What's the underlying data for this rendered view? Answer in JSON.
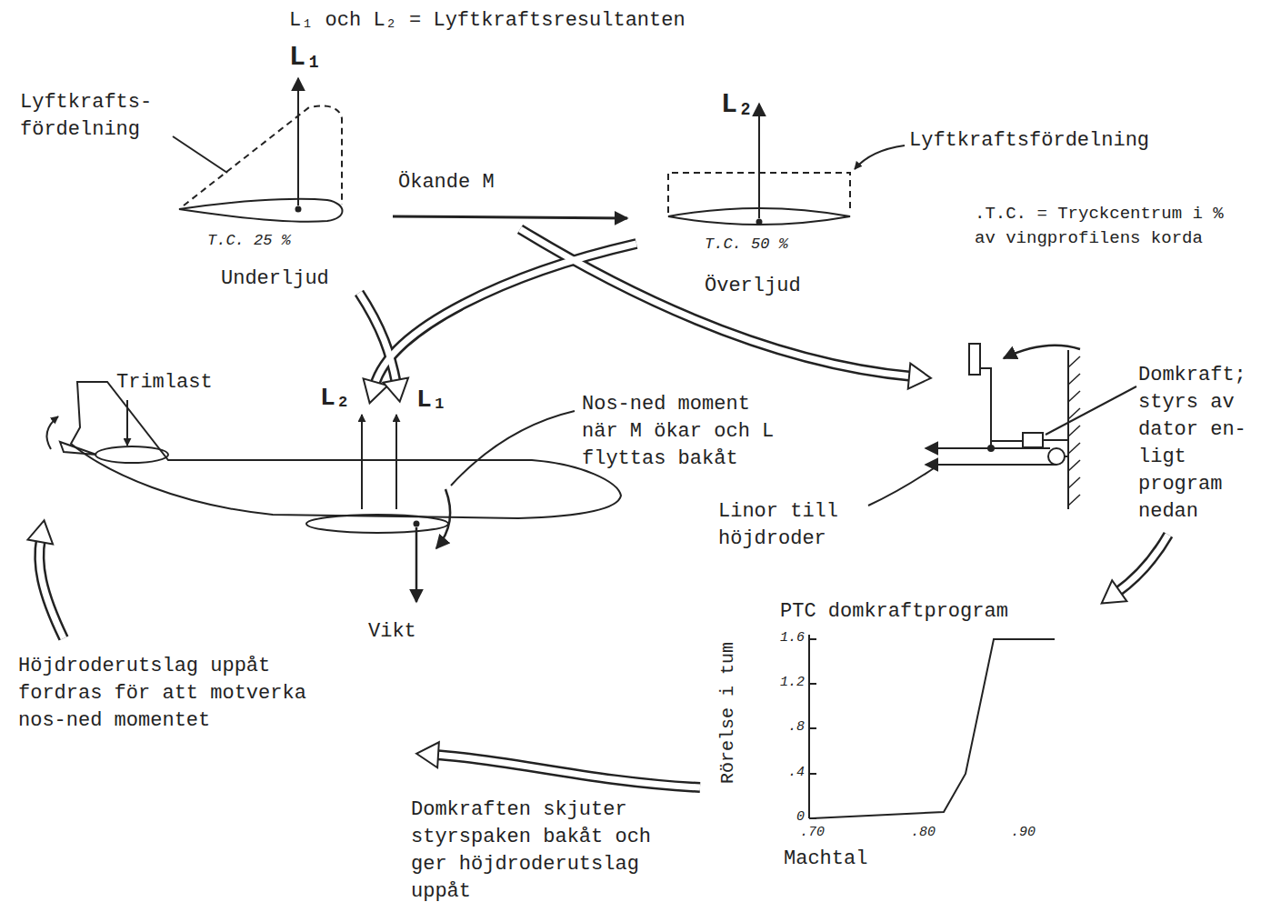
{
  "diagram": {
    "title": "L₁ och L₂ = Lyftkraftsresultanten",
    "labels": [
      "L₁",
      "Lyftkrafts- fördelning",
      "T.C. 25 %",
      "Underljud",
      "Ökande M",
      "L₂",
      "Lyftkraftsfördelning",
      ".T.C. = Tryckcentrum i % av vingprofilens korda",
      "T.C. 50 %",
      "Överljud",
      "Trimlast",
      "L₂",
      "L₁",
      "Nos-ned moment när M ökar och L flyttas bakåt",
      "Vikt",
      "Höjdroderutslag uppåt fordras för att motverka nos-ned momentet",
      "Domkraft; styrs av dator en- ligt program nedan",
      "Linor till höjdroder",
      "PTC domkraftprogram",
      "Rörelse i tum",
      "1.6",
      "1.2",
      ".8",
      ".4",
      "0",
      ".70",
      ".80",
      ".90",
      "Machtal",
      "Domkraften skjuter styrspaken bakåt och ger höjdroderutslag uppåt"
    ]
  }
}
